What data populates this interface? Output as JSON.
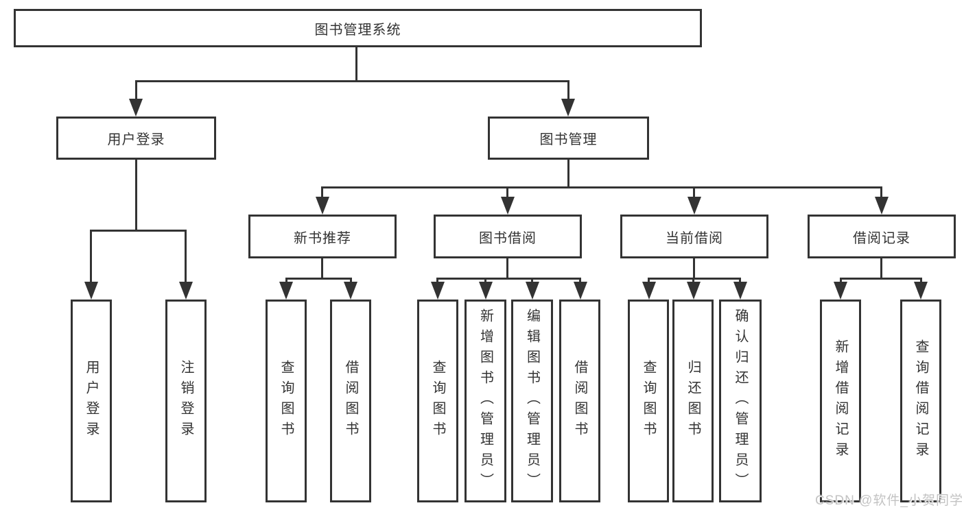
{
  "diagram": {
    "title": "图书管理系统",
    "nodes": {
      "root": "图书管理系统",
      "user_login": "用户登录",
      "book_management": "图书管理",
      "new_book_recommend": "新书推荐",
      "book_borrow": "图书借阅",
      "current_borrow": "当前借阅",
      "borrow_records": "借阅记录",
      "leaf_login": "用户登录",
      "leaf_logout": "注销登录",
      "leaf_nbr_query": "查询图书",
      "leaf_nbr_borrow": "借阅图书",
      "leaf_bb_query": "查询图书",
      "leaf_bb_add": "新增图书（管理员）",
      "leaf_bb_edit": "编辑图书（管理员）",
      "leaf_bb_borrow": "借阅图书",
      "leaf_cb_query": "查询图书",
      "leaf_cb_return": "归还图书",
      "leaf_cb_confirm": "确认归还（管理员）",
      "leaf_br_add": "新增借阅记录",
      "leaf_br_query": "查询借阅记录"
    },
    "colors": {
      "line": "#333333",
      "box_background": "#ffffff",
      "text": "#333333",
      "watermark_text": "#c3c3c3"
    }
  },
  "watermark": {
    "text": "CSDN @软件_小贺同学"
  }
}
